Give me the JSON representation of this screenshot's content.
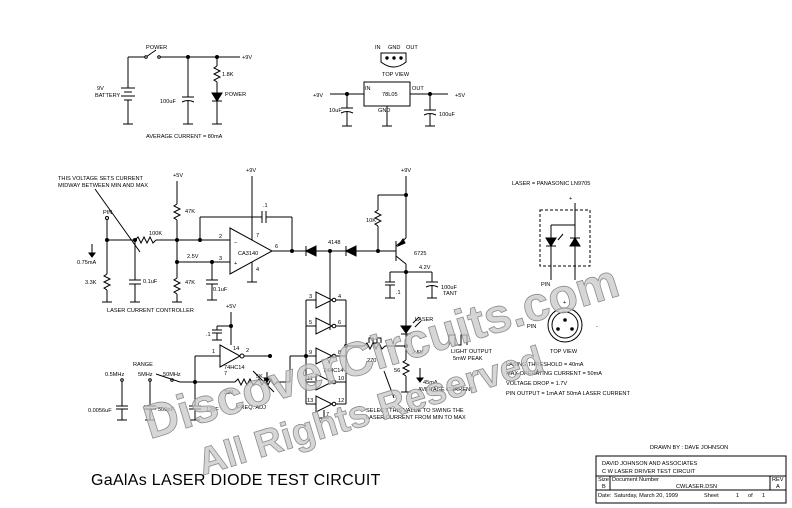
{
  "title": "GaAlAs LASER DIODE TEST CIRCUIT",
  "watermark": {
    "line1": "DiscoverCircuits.com",
    "line2": "All Rights Reserved",
    "color": "#c8c8c8"
  },
  "power_section": {
    "switch_label": "POWER",
    "battery": "9V",
    "battery_label": "BATTERY",
    "cap": "100uF",
    "resistor": "1.8K",
    "led_label": "POWER",
    "rail": "+9V",
    "average_current": "AVERAGE CURRENT = 80mA"
  },
  "regulator": {
    "pins": [
      "IN",
      "GND",
      "OUT"
    ],
    "top_view": "TOP VIEW",
    "part": "78L05",
    "in_label": "IN",
    "out_label": "OUT",
    "gnd_label": "GND",
    "input": "+9V",
    "output": "+5V",
    "cap_in": "10uF",
    "cap_out": "100uF"
  },
  "controller": {
    "note_line1": "THIS VOLTAGE SETS CURRENT",
    "note_line2": "MIDWAY BETWEEN MIN AND MAX",
    "pin_label": "PIN",
    "pin_current": "0.75mA",
    "r_pin": "3.3K",
    "c_pin": "0.1uF",
    "r_series": "100K",
    "rail": "+5V",
    "r_top": "47K",
    "r_bottom": "47K",
    "ref_voltage": "2.5V",
    "c_ref": "0.1uF",
    "opamp_rail": "+9V",
    "opamp": "CA3140",
    "pin2": "2",
    "pin3": "3",
    "pin4": "4",
    "pin6": "6",
    "pin7": "7",
    "c_fb": ".1",
    "diode": "4148",
    "label": "LASER CURRENT CONTROLLER"
  },
  "driver": {
    "rail": "+9V",
    "r_base": "10K",
    "transistor": "6725",
    "voltage": "4.2V",
    "c_bypass": ".1",
    "c_tant": "100uF",
    "tant_label": "TANT",
    "laser_label": "LASER",
    "light_output": "LIGHT OUTPUT",
    "peak": "5mW PEAK",
    "r_series": "270",
    "v_sense": "2.5V",
    "r_sense": "56",
    "avg_current": "45mA",
    "avg_current_label": "AVERAGE CURRENT",
    "select_note1": "SELECT THIS VALUE TO SWING THE",
    "select_note2": "LASER CURRENT FROM MIN TO MAX"
  },
  "oscillator": {
    "rail": "+5V",
    "pin14": "14",
    "c_vcc": ".1",
    "chip": "74HC14",
    "range_label": "RANGE",
    "ranges": [
      "0.5MHz",
      "5MHz",
      "50MHz"
    ],
    "pins_inv1": [
      "1",
      "2"
    ],
    "pin7": "7",
    "r1": "330",
    "pot": "5K",
    "pot_label": "FREQ. ADJ",
    "caps": [
      "0.0056uF",
      "500pF",
      "12pF"
    ],
    "buffer_chip": "74HC14",
    "buffer_pins": [
      "3",
      "4",
      "5",
      "6",
      "9",
      "8",
      "11",
      "10",
      "13",
      "12"
    ]
  },
  "laser_diagram": {
    "title": "LASER = PANASONIC LN9705",
    "plus": "+",
    "minus": "-",
    "pin": "PIN",
    "top_view": "TOP VIEW"
  },
  "specs": [
    "LASING THRESHOLD = 40mA",
    "MAX OPERATING CURRENT = 50mA",
    "VOLTAGE DROP = 1.7V",
    "PIN OUTPUT = 1mA AT 50mA LASER CURRENT"
  ],
  "titleblock": {
    "drawn_by": "DRAWN BY : DAVE JOHNSON",
    "company": "DAVID JOHNSON AND ASSOCIATES",
    "circuit": "C W  LASER DRIVER TEST CIRCUIT",
    "size_label": "Size",
    "size": "B",
    "docnum_label": "Document Number",
    "docnum": "CWLASER.DSN",
    "rev_label": "REV",
    "rev": "A",
    "date_label": "Date:",
    "date": "Saturday, March 20, 1999",
    "sheet_label": "Sheet",
    "sheet": "1",
    "of_label": "of",
    "of": "1"
  }
}
